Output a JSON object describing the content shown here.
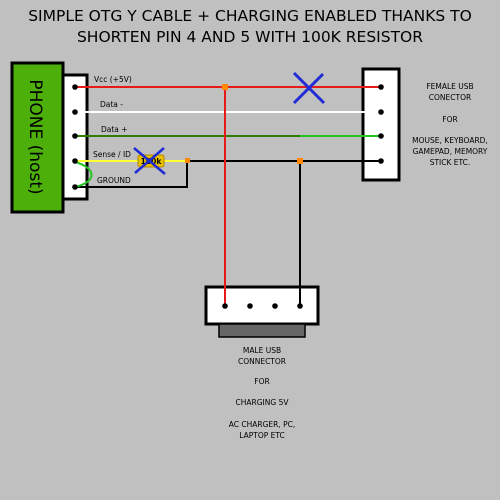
{
  "title": {
    "line1": "SIMPLE OTG Y CABLE + CHARGING ENABLED THANKS TO",
    "line2": "SHORTEN PIN 4 AND 5 WITH 100K RESISTOR"
  },
  "phone": {
    "label": "PHONE (host)"
  },
  "wires": {
    "vcc": "Vcc (+5V)",
    "data_minus": "Data -",
    "data_plus": "Data +",
    "sense": "Sense / ID",
    "ground": "GROUND"
  },
  "resistor": {
    "label": "100k"
  },
  "female_usb": {
    "lines": [
      "FEMALE USB",
      "CONECTOR",
      "",
      "FOR",
      "",
      "MOUSE, KEYBOARD,",
      "GAMEPAD, MEMORY",
      "STICK ETC."
    ]
  },
  "male_usb": {
    "lines": [
      "MALE USB",
      "CONNECTOR",
      "",
      "FOR",
      "",
      "CHARGING 5V",
      "",
      "AC CHARGER, PC,",
      "LAPTOP ETC"
    ]
  },
  "colors": {
    "background": "#c0c0c0",
    "phone": "#4caf0a",
    "vcc": "#e51b1b",
    "data_minus": "#ffffff",
    "data_plus_dark": "#2f7d00",
    "data_plus_bright": "#22c51f",
    "sense": "#ffff33",
    "ground": "#000000",
    "cross": "#1f2bd6",
    "node": "#ff8800"
  }
}
